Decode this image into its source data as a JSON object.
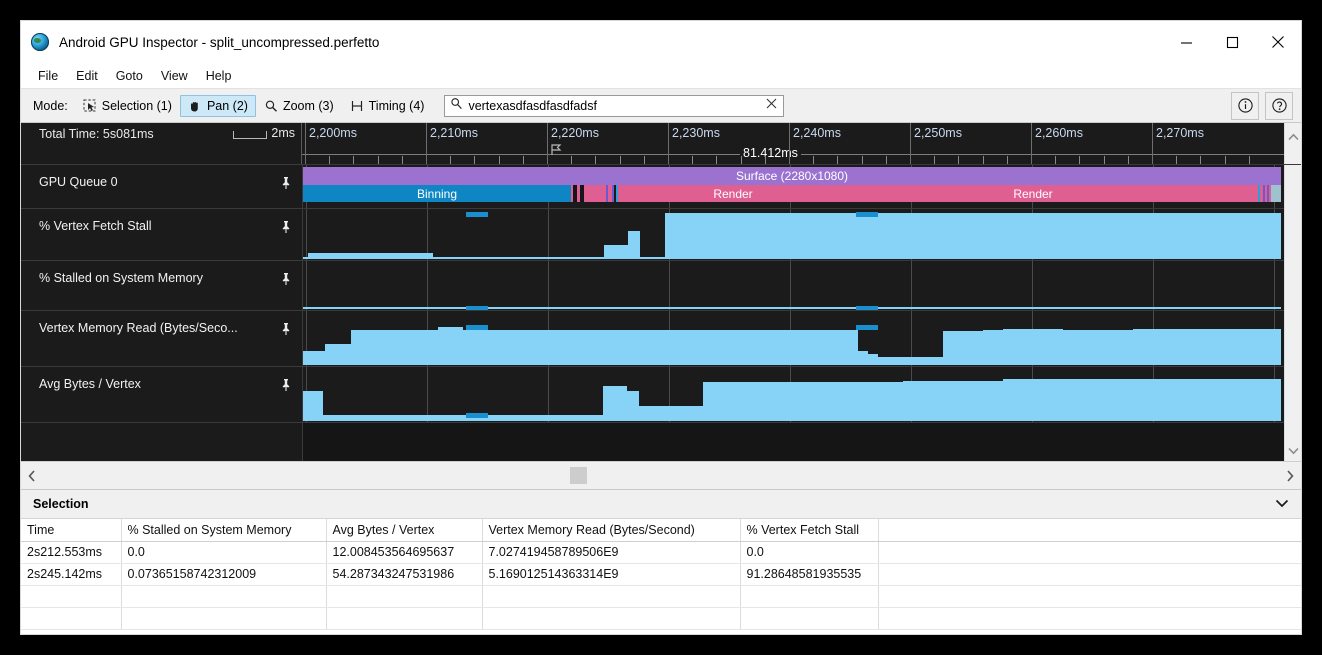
{
  "window": {
    "title": "Android GPU Inspector - split_uncompressed.perfetto",
    "icon": "globe-icon",
    "controls": {
      "minimize": "minimize-icon",
      "maximize": "maximize-icon",
      "close": "close-icon"
    }
  },
  "menubar": {
    "items": [
      "File",
      "Edit",
      "Goto",
      "View",
      "Help"
    ]
  },
  "toolbar": {
    "mode_label": "Mode:",
    "modes": [
      {
        "label": "Selection (1)",
        "icon": "selection-icon",
        "active": false
      },
      {
        "label": "Pan (2)",
        "icon": "hand-icon",
        "active": true
      },
      {
        "label": "Zoom (3)",
        "icon": "magnifier-icon",
        "active": false
      },
      {
        "label": "Timing (4)",
        "icon": "timing-icon",
        "active": false
      }
    ],
    "search": {
      "icon": "search-icon",
      "value": "vertexasdfasdfasdfadsf",
      "placeholder": "Search",
      "clear_icon": "clear-icon"
    },
    "info_button": "info-icon",
    "help_button": "help-icon"
  },
  "timeline": {
    "total_time_label": "Total Time: 5s081ms",
    "scale_label": "2ms",
    "measurement_label": "81.412ms",
    "ruler_ticks": [
      "2,200ms",
      "2,210ms",
      "2,220ms",
      "2,230ms",
      "2,240ms",
      "2,250ms",
      "2,260ms",
      "2,270ms"
    ],
    "tracks": [
      {
        "name": "GPU Queue 0",
        "pin": "pin-icon"
      },
      {
        "name": "% Vertex Fetch Stall",
        "pin": "pin-icon"
      },
      {
        "name": "% Stalled on System Memory",
        "pin": "pin-icon"
      },
      {
        "name": "Vertex Memory Read (Bytes/Seco...",
        "pin": "pin-icon"
      },
      {
        "name": "Avg Bytes / Vertex",
        "pin": "pin-icon"
      }
    ],
    "slices": {
      "surface_label": "Surface (2280x1080)",
      "binning_label": "Binning",
      "render_label_1": "Render",
      "render_label_2": "Render"
    },
    "colors": {
      "surface": "#9b72d0",
      "binning": "#0f86c4",
      "render": "#e05f93",
      "counter_fill": "#87d3f8",
      "counter_highlight": "#1a8fd0",
      "track_bg": "#1b1b1b",
      "accent": "#cde8f7"
    }
  },
  "selection": {
    "title": "Selection",
    "collapse_icon": "chevron-down-icon",
    "columns": [
      "Time",
      "% Stalled on System Memory",
      "Avg Bytes / Vertex",
      "Vertex Memory Read (Bytes/Second)",
      "% Vertex Fetch Stall",
      ""
    ],
    "rows": [
      [
        "2s212.553ms",
        "0.0",
        "12.008453564695637",
        "7.027419458789506E9",
        "0.0",
        ""
      ],
      [
        "2s245.142ms",
        "0.07365158742312009",
        "54.287343247531986",
        "5.169012514363314E9",
        "91.28648581935535",
        ""
      ],
      [
        "",
        "",
        "",
        "",
        "",
        ""
      ],
      [
        "",
        "",
        "",
        "",
        "",
        ""
      ]
    ]
  },
  "chart_data": [
    {
      "type": "area",
      "title": "% Vertex Fetch Stall",
      "x": [
        0,
        5,
        130,
        255,
        277,
        290,
        301,
        313,
        325,
        337,
        350,
        362,
        374,
        400,
        500,
        600,
        700,
        800,
        900,
        975
      ],
      "values": [
        0,
        14,
        0,
        0,
        0,
        0,
        30,
        30,
        60,
        0,
        0,
        100,
        100,
        100,
        100,
        100,
        100,
        100,
        100,
        100
      ],
      "ylim": [
        0,
        100
      ],
      "highlights": [
        {
          "x": 163,
          "width": 22,
          "y": 100
        },
        {
          "x": 553,
          "width": 22,
          "y": 100
        }
      ]
    },
    {
      "type": "area",
      "title": "% Stalled on System Memory",
      "x": [
        0,
        975
      ],
      "values": [
        1,
        1
      ],
      "ylim": [
        0,
        100
      ],
      "highlights": [
        {
          "x": 163,
          "width": 22,
          "y": 3
        },
        {
          "x": 553,
          "width": 22,
          "y": 3
        }
      ]
    },
    {
      "type": "area",
      "title": "Vertex Memory Read (Bytes/Second)",
      "x": [
        0,
        10,
        22,
        45,
        48,
        120,
        135,
        160,
        255,
        455,
        480,
        555,
        565,
        575,
        590,
        640,
        680,
        700,
        760,
        830,
        975
      ],
      "values": [
        28,
        28,
        42,
        42,
        70,
        70,
        75,
        70,
        70,
        70,
        70,
        28,
        22,
        15,
        15,
        68,
        70,
        72,
        70,
        72,
        72
      ],
      "ylim": [
        0,
        100
      ],
      "highlights": [
        {
          "x": 163,
          "width": 22,
          "y": 78
        },
        {
          "x": 553,
          "width": 22,
          "y": 78
        }
      ]
    },
    {
      "type": "area",
      "title": "Avg Bytes / Vertex",
      "x": [
        0,
        6,
        20,
        255,
        290,
        300,
        312,
        324,
        336,
        350,
        400,
        500,
        600,
        700,
        800,
        900,
        975
      ],
      "values": [
        60,
        60,
        12,
        12,
        12,
        70,
        70,
        60,
        30,
        30,
        78,
        78,
        80,
        84,
        84,
        84,
        84
      ],
      "ylim": [
        0,
        100
      ],
      "highlights": [
        {
          "x": 163,
          "width": 22,
          "y": 14
        }
      ]
    }
  ]
}
